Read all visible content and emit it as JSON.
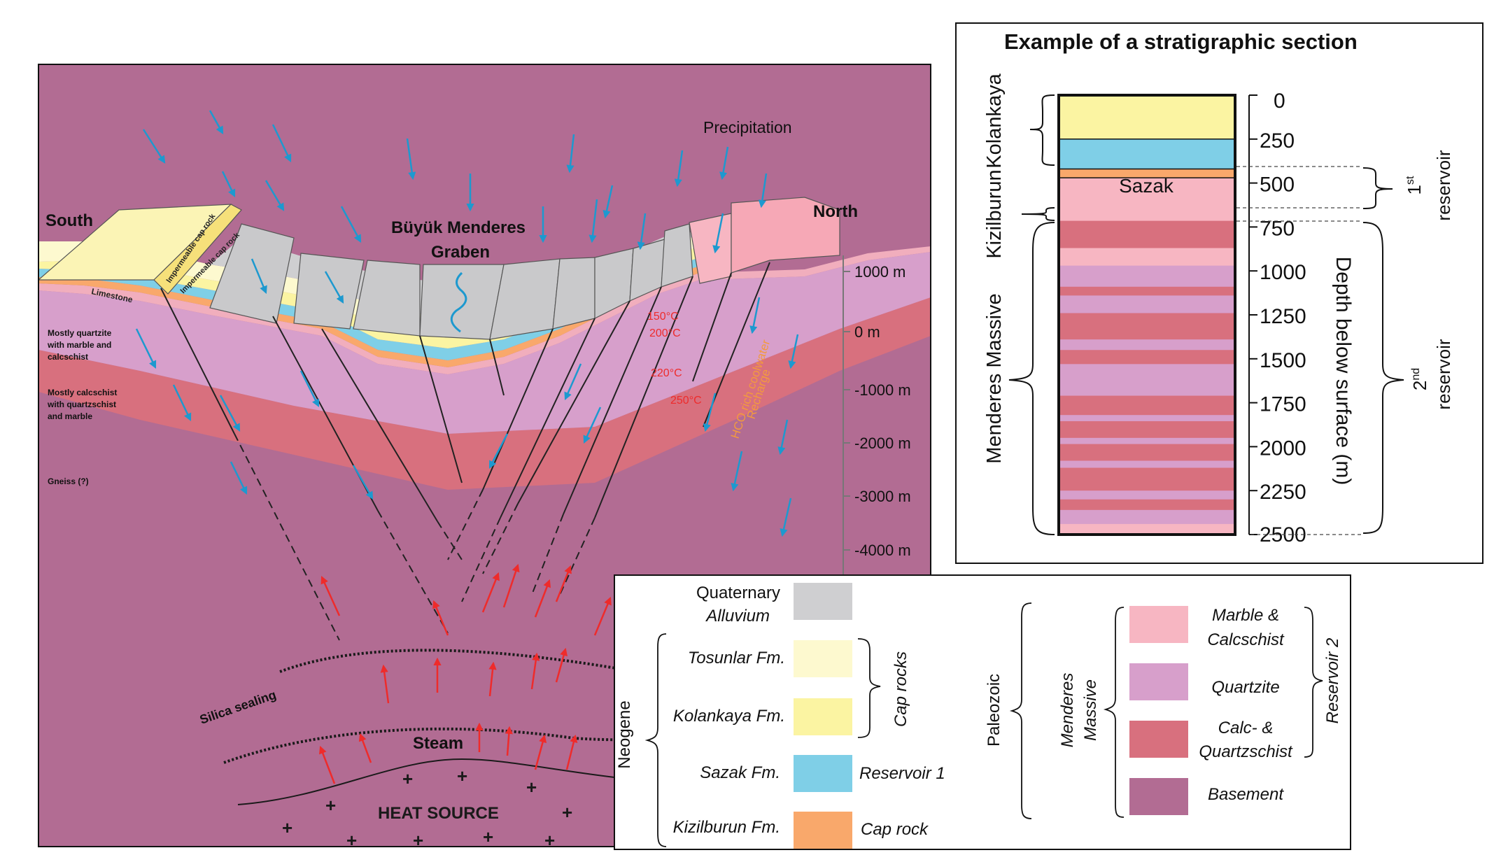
{
  "section": {
    "directions": {
      "south": "South",
      "north": "North"
    },
    "graben_label": [
      "Büyük Menderes",
      "Graben"
    ],
    "precipitation": "Precipitation",
    "cap_rock_labels": [
      "Impermeable cap rock",
      "Impermeable cap rock"
    ],
    "limestone": "Limestone",
    "unit_notes": [
      [
        "Mostly quartzite",
        "with marble and",
        "calcschist"
      ],
      [
        "Mostly calcschist",
        "with quartzschist",
        "and marble"
      ],
      [
        "Gneiss (?)"
      ]
    ],
    "temperatures": [
      "150°C",
      "200°C",
      "220°C",
      "250°C"
    ],
    "recharge": [
      "HCO rich coolwater",
      "Recharge"
    ],
    "depth_ticks": [
      "1000 m",
      "0 m",
      "-1000 m",
      "-2000 m",
      "-3000 m",
      "-4000 m"
    ],
    "silica": "Silica sealing",
    "steam": "Steam",
    "heat_source": "HEAT SOURCE"
  },
  "column": {
    "title": "Example of a stratigraphic section",
    "formations": [
      "Kolankaya",
      "Kizilburun",
      "Menderes Massive"
    ],
    "sazak_label": "Sazak",
    "depth_ticks": [
      "0",
      "250",
      "500",
      "750",
      "1000",
      "1250",
      "1500",
      "1750",
      "2000",
      "2250",
      "2500"
    ],
    "depth_axis": "Depth below surface (m)",
    "reservoirs": [
      {
        "ordinal": "1",
        "sup": "st",
        "word": "reservoir"
      },
      {
        "ordinal": "2",
        "sup": "nd",
        "word": "reservoir"
      }
    ]
  },
  "legend": {
    "quaternary": [
      "Quaternary",
      "Alluvium"
    ],
    "neogene": "Neogene",
    "neogene_items": [
      "Tosunlar Fm.",
      "Kolankaya Fm.",
      "Sazak Fm.",
      "Kizilburun Fm."
    ],
    "cap_rocks": "Cap rocks",
    "reservoir1": "Reservoir 1",
    "cap_rock": "Cap rock",
    "paleozoic": "Paleozoic",
    "menderes": [
      "Menderes",
      "Massive"
    ],
    "massive_items": [
      [
        "Marble &",
        "Calcschist"
      ],
      [
        "Quartzite"
      ],
      [
        "Calc- &",
        "Quartzschist"
      ],
      [
        "Basement"
      ]
    ],
    "reservoir2": "Reservoir 2"
  },
  "colors": {
    "alluvium": "#cfcfd1",
    "tosunlar": "#fdf9cf",
    "kolankaya": "#fbf4a2",
    "sazak": "#7fcfe7",
    "kizilburun": "#f9a86b",
    "marble": "#f7b6c2",
    "quartzite": "#d79fcb",
    "calcschist": "#d8707e",
    "basement": "#b26c93",
    "arrow_blue": "#1d99cf",
    "arrow_red": "#ee2b2b"
  }
}
